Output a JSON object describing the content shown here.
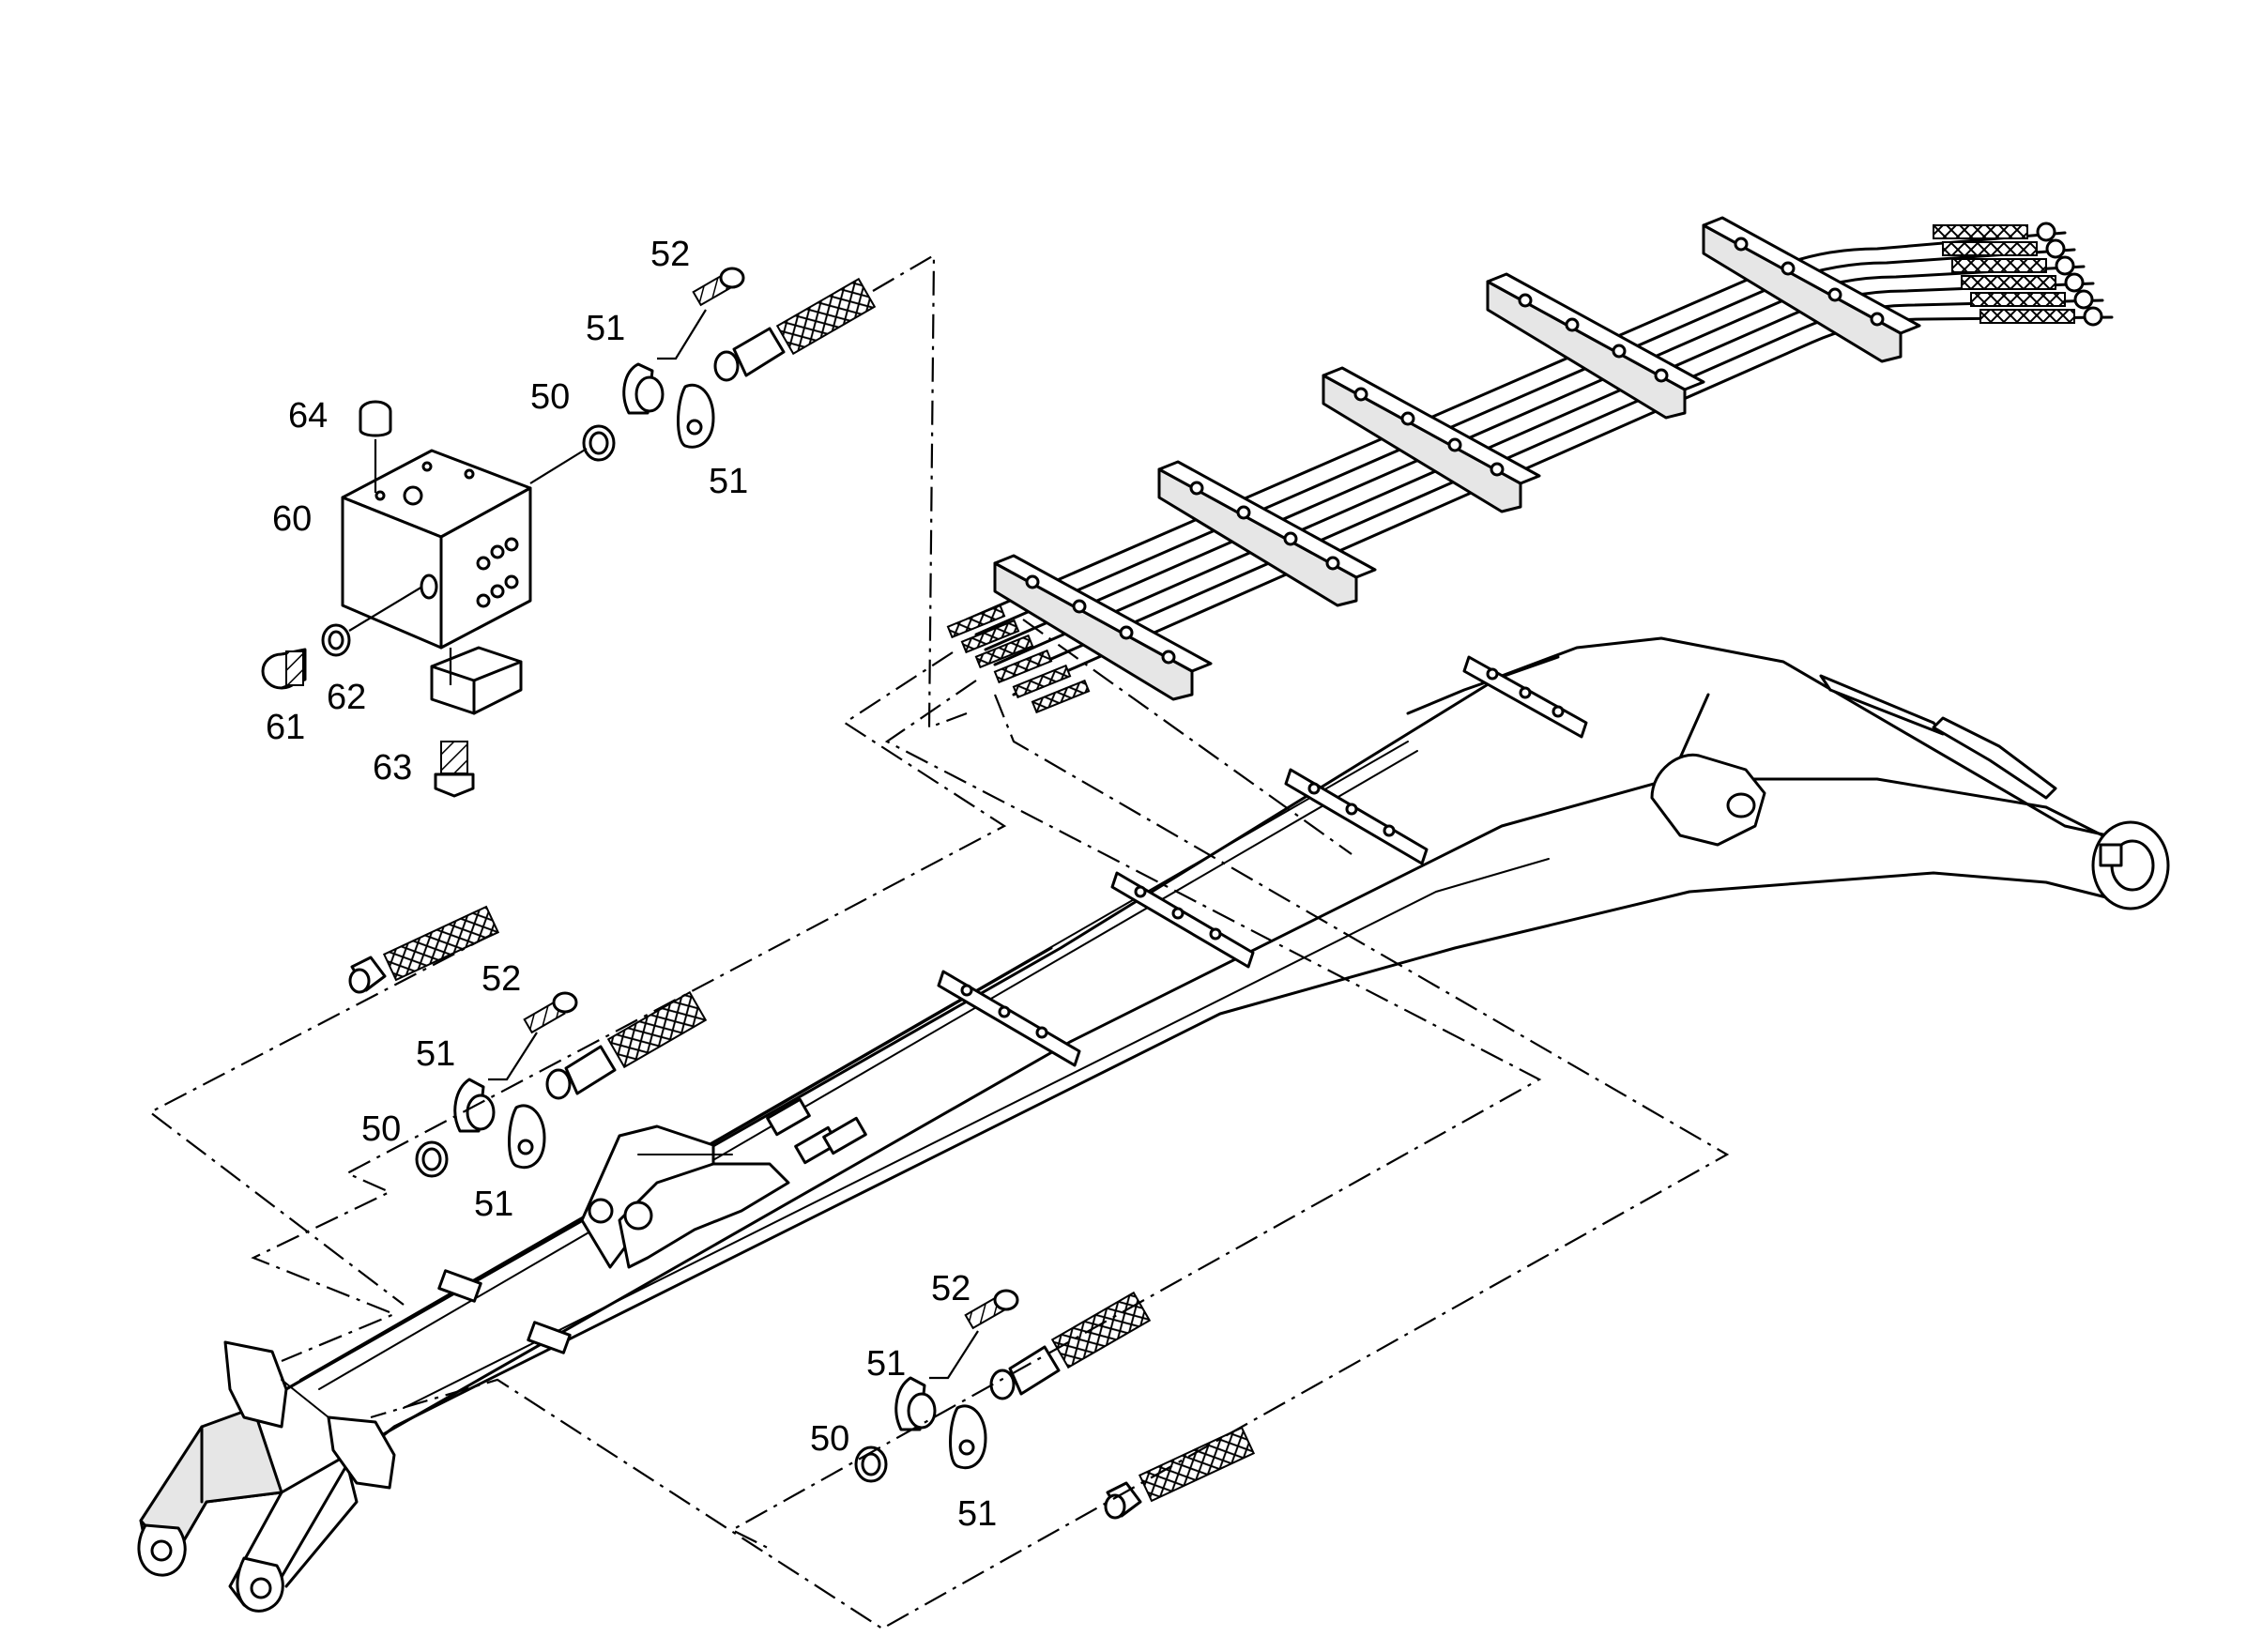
{
  "callouts": {
    "c52_top": "52",
    "c51_top_upper": "51",
    "c50_top": "50",
    "c51_top_lower": "51",
    "c64": "64",
    "c60": "60",
    "c62": "62",
    "c61": "61",
    "c63": "63",
    "c52_mid": "52",
    "c51_mid_upper": "51",
    "c50_mid": "50",
    "c51_mid_lower": "51",
    "c52_bot": "52",
    "c51_bot_upper": "51",
    "c50_bot": "50",
    "c51_bot_lower": "51"
  }
}
